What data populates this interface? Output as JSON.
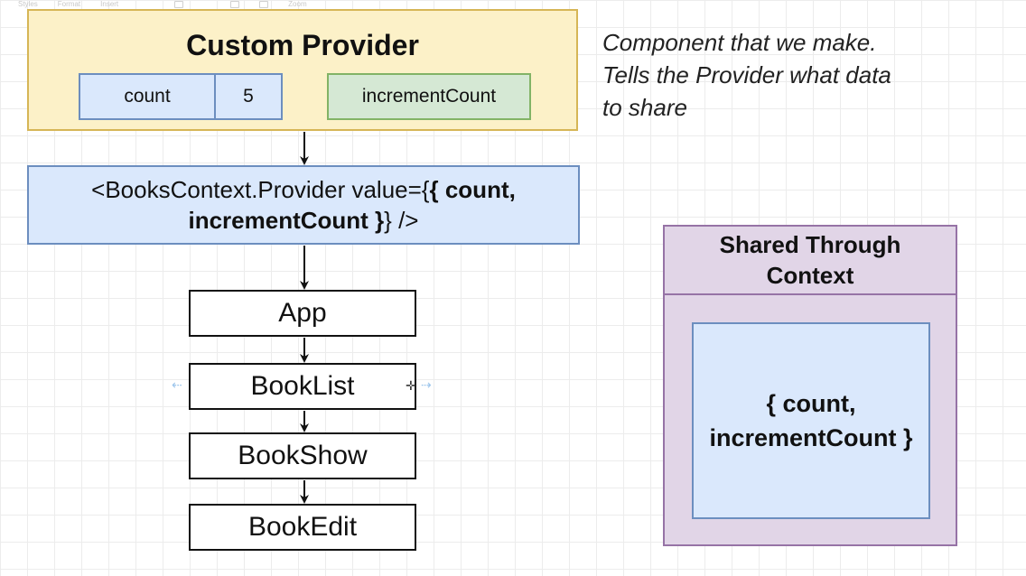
{
  "toolbar": {
    "items": [
      "Styles",
      "Format",
      "Insert"
    ],
    "zoom": "Zoom"
  },
  "custom_provider": {
    "title": "Custom Provider",
    "state_key": "count",
    "state_value": "5",
    "function_name": "incrementCount"
  },
  "note": {
    "lines": [
      "Component that we make.",
      "Tells the Provider what data",
      "to share"
    ]
  },
  "books_provider": {
    "prefix": "<BooksContext.Provider value={",
    "bold_part1": "{ count,",
    "bold_part2": "incrementCount }",
    "suffix": "} />"
  },
  "component_tree": {
    "app": "App",
    "booklist": "BookList",
    "bookshow": "BookShow",
    "bookedit": "BookEdit"
  },
  "shared_context": {
    "title_line1": "Shared Through",
    "title_line2": "Context",
    "value_line1": "{ count,",
    "value_line2": "incrementCount }"
  },
  "colors": {
    "yellow_fill": "#fcf1c8",
    "yellow_stroke": "#d6b656",
    "blue_fill": "#dae8fc",
    "blue_stroke": "#6c8ebf",
    "green_fill": "#d5e8d4",
    "green_stroke": "#82b366",
    "purple_fill": "#e1d5e7",
    "purple_stroke": "#9673a6"
  }
}
